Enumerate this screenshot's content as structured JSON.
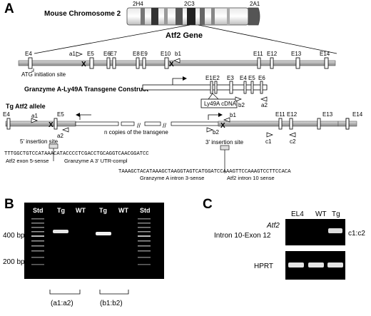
{
  "panel_a": {
    "letter": "A",
    "chromosome": {
      "title": "Mouse Chromosome 2",
      "bands": [
        "2H4",
        "2C3",
        "2A1"
      ]
    },
    "gene": {
      "title": "Atf2 Gene",
      "exons": [
        "E4",
        "E5",
        "E6",
        "E7",
        "E8",
        "E9",
        "E10",
        "E11",
        "E12",
        "E13",
        "E14"
      ],
      "primers": [
        "a1",
        "b1"
      ],
      "start_label": "ATG initiation site"
    },
    "transgene": {
      "title": "Granzyme A-Ly49A Transgene Construct",
      "exons": [
        "E1",
        "E2",
        "E3",
        "E4",
        "E5",
        "E6"
      ],
      "cdna_label": "Ly49A cDNA",
      "primers": [
        "b2",
        "a2"
      ]
    },
    "tg_allele": {
      "title": "Tg Atf2 allele",
      "exons": [
        "E4",
        "E5",
        "E11",
        "E12",
        "E13",
        "E14"
      ],
      "primers": [
        "a1",
        "a2",
        "b1",
        "b2",
        "c1",
        "c2"
      ],
      "copies_label": "n copies of the transgene",
      "insertion_5": "5' insertion site",
      "insertion_3": "3' insertion site"
    },
    "sequences": {
      "seq5": "TTTGGCTGTCCATAAACATACCCCTCGACCTGCAGGTCAACGGATCC",
      "seq5_left": "Atf2 exon 5-sense",
      "seq5_right": "Granzyme A 3' UTR-compl",
      "seq3": "TAAAGCTACATAAAGCTAAGGTAGTCATGGATCCAAAGTTCCAAAGTCCTTCCACA",
      "seq3_left": "Granzyme A intron 3-sense",
      "seq3_right": "Atf2 intron 10 sense"
    }
  },
  "panel_b": {
    "letter": "B",
    "lanes": [
      "Std",
      "Tg",
      "WT",
      "Tg",
      "WT",
      "Std"
    ],
    "markers": [
      "400 bp",
      "200 bp"
    ],
    "pairs": [
      "(a1:a2)",
      "(b1:b2)"
    ]
  },
  "panel_c": {
    "letter": "C",
    "lanes": [
      "EL4",
      "WT",
      "Tg"
    ],
    "gene_label": "Atf2",
    "target_label": "Intron 10-Exon  12",
    "primer_pair": "c1:c2",
    "control_label": "HPRT"
  }
}
